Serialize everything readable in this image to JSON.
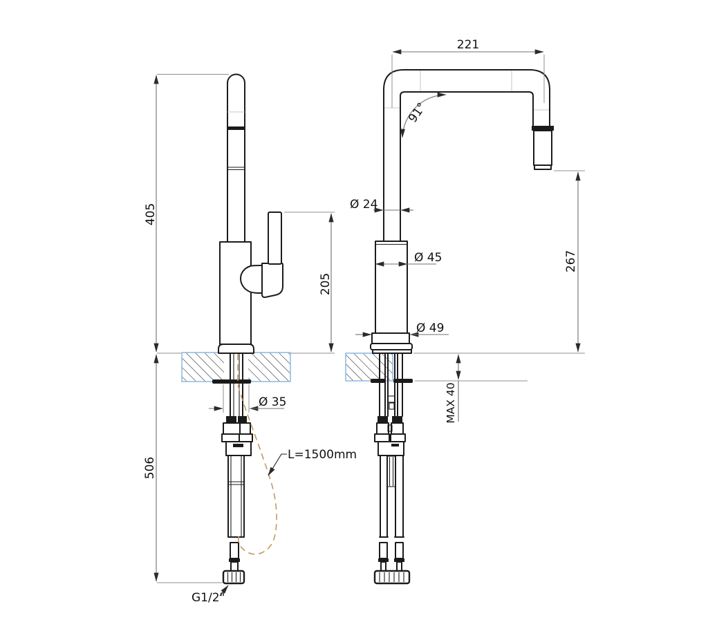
{
  "page": {
    "background": "#ffffff"
  },
  "drawing": {
    "colors": {
      "line": "#1b1b1b",
      "dimension": "#6f6f6f",
      "extension": "#8f8f8f",
      "counter_outline": "#8fbce6",
      "hose": "#c09a5f"
    },
    "side_view": {
      "dim_total_height": "405",
      "dim_handle_height": "205",
      "dim_under_counter": "506",
      "dim_shank_diameter": "Ø 35",
      "label_hose_length": "L=1500mm",
      "label_thread": "G1/2\""
    },
    "front_view": {
      "dim_spout_reach": "221",
      "dim_spout_angle": "91°",
      "dim_spout_diameter": "Ø 24",
      "dim_body_diameter": "Ø 45",
      "dim_base_diameter": "Ø 49",
      "dim_outlet_height": "267",
      "dim_max_counter": "MAX 40"
    }
  }
}
